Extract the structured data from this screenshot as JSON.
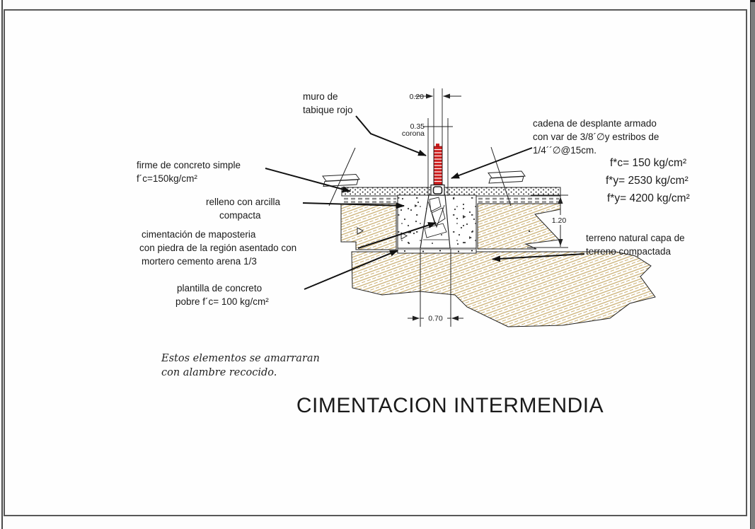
{
  "sheet": {
    "title": "CIMENTACION INTERMENDIA",
    "note_line1": "Estos elementos se amarraran",
    "note_line2": "con alambre recocido."
  },
  "labels": {
    "muro_line1": "muro de",
    "muro_line2": "tabique rojo",
    "firme_line1": "firme de concreto simple",
    "firme_line2": "f´c=150kg/cm²",
    "relleno_line1": "relleno con arcilla",
    "relleno_line2": "compacta",
    "cimentacion_line1": "cimentación de maposteria",
    "cimentacion_line2": "con piedra de la región asentado con",
    "cimentacion_line3": "mortero cemento arena 1/3",
    "plantilla_line1": "plantilla de concreto",
    "plantilla_line2": "pobre f´c= 100 kg/cm²",
    "cadena_line1": "cadena de desplante armado",
    "cadena_line2": "con var de 3/8´∅y estribos de",
    "cadena_line3": "1/4´´∅@15cm.",
    "specs_line1": "f*c= 150 kg/cm²",
    "specs_line2": "f*y= 2530 kg/cm²",
    "specs_line3": "f*y= 4200 kg/cm²",
    "terreno_line1": "terreno natural capa de",
    "terreno_line2": "terreno compactada"
  },
  "dimensions": {
    "wall_width": "0.20",
    "crown_width": "0.35",
    "crown_label": "corona",
    "foundation_depth": "1.20",
    "base_width": "0.70"
  },
  "colors": {
    "earth_hatch": "#C2A35D",
    "brick_red": "#CE2020",
    "dash_gray": "#8C8C8C"
  }
}
